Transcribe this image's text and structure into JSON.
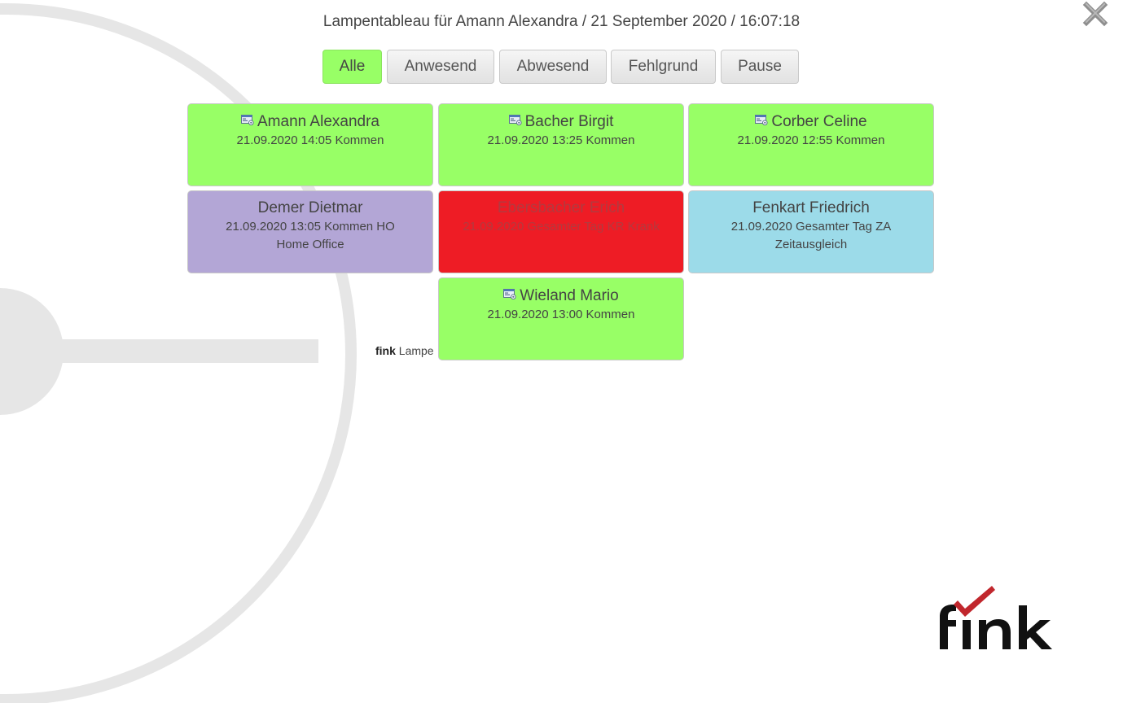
{
  "header": {
    "title": "Lampentableau für Amann Alexandra / 21 September 2020 / 16:07:18"
  },
  "filters": [
    {
      "label": "Alle",
      "active": true
    },
    {
      "label": "Anwesend",
      "active": false
    },
    {
      "label": "Abwesend",
      "active": false
    },
    {
      "label": "Fehlgrund",
      "active": false
    },
    {
      "label": "Pause",
      "active": false
    }
  ],
  "employees": [
    {
      "name": "Amann Alexandra",
      "status": "21.09.2020 14:05 Kommen",
      "note": "",
      "color": "#98ff66",
      "has_card_icon": true
    },
    {
      "name": "Bacher Birgit",
      "status": "21.09.2020 13:25 Kommen",
      "note": "",
      "color": "#98ff66",
      "has_card_icon": true
    },
    {
      "name": "Corber Celine",
      "status": "21.09.2020 12:55 Kommen",
      "note": "",
      "color": "#98ff66",
      "has_card_icon": true
    },
    {
      "name": "Demer Dietmar",
      "status": "21.09.2020 13:05 Kommen HO",
      "note": "Home Office",
      "color": "#b3a6d6",
      "has_card_icon": false
    },
    {
      "name": "Ebersbacher Erich",
      "status": "21.09.2020 Gesamter Tag KR Krank",
      "note": "",
      "color": "#ee1c25",
      "has_card_icon": false
    },
    {
      "name": "Fenkart Friedrich",
      "status": "21.09.2020 Gesamter Tag ZA",
      "note": "Zeitausgleich",
      "color": "#9cdbe9",
      "has_card_icon": false
    },
    {
      "name": "Wieland Mario",
      "status": "21.09.2020 13:00 Kommen",
      "note": "",
      "color": "#98ff66",
      "has_card_icon": true
    }
  ],
  "footer": {
    "brand_bold": "fink",
    "brand_text": "Lampe"
  },
  "logo": {
    "text": "fink",
    "check_color": "#c1272d",
    "text_color": "#111111"
  },
  "icons": {
    "close": "close-x-icon",
    "card": "id-card-icon"
  }
}
